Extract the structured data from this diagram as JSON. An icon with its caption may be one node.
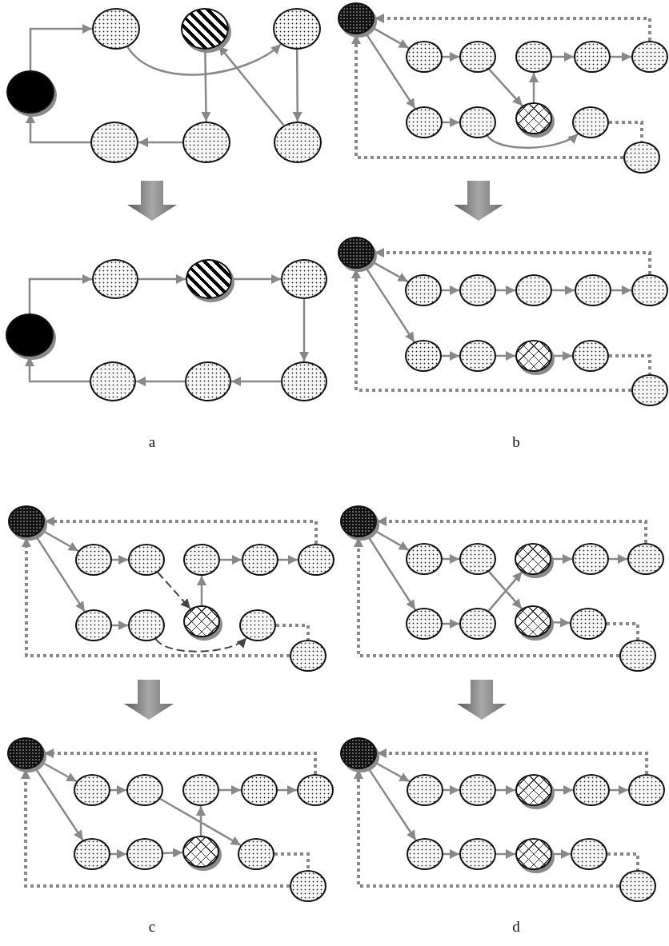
{
  "diagram": {
    "nodes": [
      {
        "text": [],
        "shape": "circle"
      },
      {
        "text": [],
        "shape": "circle"
      },
      {
        "text": [],
        "shape": "circle"
      },
      {
        "text": [],
        "shape": "circle"
      },
      {
        "text": [],
        "shape": "circle"
      },
      {
        "text": [],
        "shape": "circle"
      },
      {
        "text": [],
        "shape": "circle"
      },
      {
        "text": [],
        "shape": "circle"
      },
      {
        "text": [],
        "shape": "circle"
      },
      {
        "text": [],
        "shape": "circle"
      },
      {
        "text": [],
        "shape": "circle"
      },
      {
        "text": [],
        "shape": "circle"
      },
      {
        "text": [],
        "shape": "circle"
      },
      {
        "text": [],
        "shape": "circle"
      },
      {
        "text": [],
        "shape": "circle"
      },
      {
        "text": [],
        "shape": "circle"
      },
      {
        "text": [],
        "shape": "circle"
      },
      {
        "text": [],
        "shape": "circle"
      },
      {
        "text": [],
        "shape": "circle"
      },
      {
        "text": [],
        "shape": "circle"
      },
      {
        "text": [],
        "shape": "circle"
      },
      {
        "text": [],
        "shape": "circle"
      },
      {
        "text": [],
        "shape": "circle"
      },
      {
        "text": [],
        "shape": "circle"
      },
      {
        "text": [],
        "shape": "circle"
      },
      {
        "text": [],
        "shape": "circle"
      },
      {
        "text": [],
        "shape": "circle"
      },
      {
        "text": [],
        "shape": "circle"
      },
      {
        "text": [],
        "shape": "circle"
      },
      {
        "text": [],
        "shape": "circle"
      },
      {
        "text": [],
        "shape": "circle"
      },
      {
        "text": [],
        "shape": "circle"
      },
      {
        "text": [],
        "shape": "circle"
      },
      {
        "text": [],
        "shape": "circle"
      },
      {
        "text": [],
        "shape": "circle"
      },
      {
        "text": [],
        "shape": "circle"
      },
      {
        "text": [],
        "shape": "circle"
      },
      {
        "text": [],
        "shape": "circle"
      },
      {
        "text": [],
        "shape": "circle"
      },
      {
        "text": [],
        "shape": "circle"
      },
      {
        "text": [],
        "shape": "circle"
      },
      {
        "text": [],
        "shape": "circle"
      },
      {
        "text": [],
        "shape": "circle"
      },
      {
        "text": [],
        "shape": "circle"
      },
      {
        "text": [],
        "shape": "circle"
      },
      {
        "text": [],
        "shape": "circle"
      },
      {
        "text": [],
        "shape": "circle"
      },
      {
        "text": [],
        "shape": "circle"
      },
      {
        "text": [],
        "shape": "circle"
      },
      {
        "text": [],
        "shape": "circle"
      },
      {
        "text": [],
        "shape": "circle"
      },
      {
        "text": [],
        "shape": "circle"
      },
      {
        "text": [],
        "shape": "circle"
      },
      {
        "text": [],
        "shape": "circle"
      },
      {
        "text": [],
        "shape": "circle"
      },
      {
        "text": [],
        "shape": "circle"
      },
      {
        "text": [],
        "shape": "circle"
      },
      {
        "text": [],
        "shape": "circle"
      },
      {
        "text": [],
        "shape": "circle"
      },
      {
        "text": [],
        "shape": "circle"
      },
      {
        "text": [],
        "shape": "circle"
      },
      {
        "text": [],
        "shape": "circle"
      },
      {
        "text": [],
        "shape": "circle"
      },
      {
        "text": [],
        "shape": "circle"
      },
      {
        "text": [],
        "shape": "circle"
      },
      {
        "text": [],
        "shape": "circle"
      },
      {
        "text": [],
        "shape": "circle"
      },
      {
        "text": [],
        "shape": "circle"
      },
      {
        "text": [],
        "shape": "circle"
      },
      {
        "text": [],
        "shape": "circle"
      },
      {
        "text": [],
        "shape": "circle"
      },
      {
        "text": [],
        "shape": "circle"
      },
      {
        "text": [],
        "shape": "circle"
      },
      {
        "text": [],
        "shape": "circle"
      },
      {
        "text": [],
        "shape": "circle"
      },
      {
        "text": [],
        "shape": "circle"
      },
      {
        "text": [],
        "shape": "circle"
      },
      {
        "text": [],
        "shape": "circle"
      },
      {
        "text": [],
        "shape": "circle"
      },
      {
        "text": [],
        "shape": "circle"
      }
    ],
    "edges": [
      {
        "from": 0,
        "to": 1,
        "arrow": "to"
      },
      {
        "from": 1,
        "to": 3,
        "arrow": "to"
      },
      {
        "from": 2,
        "to": 5,
        "arrow": "to"
      },
      {
        "from": 6,
        "to": 2,
        "arrow": "to"
      },
      {
        "from": 3,
        "to": 6,
        "arrow": "to"
      },
      {
        "from": 5,
        "to": 4,
        "arrow": "to"
      },
      {
        "from": 4,
        "to": 0,
        "arrow": "to"
      },
      {
        "from": 7,
        "to": 8,
        "arrow": "to"
      },
      {
        "from": 8,
        "to": 9,
        "arrow": "to"
      },
      {
        "from": 9,
        "to": 10,
        "arrow": "to"
      },
      {
        "from": 10,
        "to": 13,
        "arrow": "to"
      },
      {
        "from": 13,
        "to": 12,
        "arrow": "to"
      },
      {
        "from": 12,
        "to": 11,
        "arrow": "to"
      },
      {
        "from": 11,
        "to": 7,
        "arrow": "to"
      },
      {
        "from": 14,
        "to": 15,
        "arrow": "to"
      },
      {
        "from": 14,
        "to": 20,
        "arrow": "to"
      },
      {
        "from": 15,
        "to": 16,
        "arrow": "to"
      },
      {
        "from": 16,
        "to": 22,
        "arrow": "to"
      },
      {
        "from": 22,
        "to": 17,
        "arrow": "to"
      },
      {
        "from": 17,
        "to": 18,
        "arrow": "to"
      },
      {
        "from": 18,
        "to": 19,
        "arrow": "to"
      },
      {
        "from": 20,
        "to": 21,
        "arrow": "to"
      },
      {
        "from": 21,
        "to": 23,
        "arrow": "to"
      },
      {
        "from": 19,
        "to": 14,
        "arrow": "to",
        "style": "dashed"
      },
      {
        "from": 23,
        "to": 24,
        "arrow": "none",
        "style": "dashed"
      },
      {
        "from": 24,
        "to": 14,
        "arrow": "to",
        "style": "dashed"
      },
      {
        "from": 25,
        "to": 26,
        "arrow": "to"
      },
      {
        "from": 25,
        "to": 31,
        "arrow": "to"
      },
      {
        "from": 26,
        "to": 27,
        "arrow": "to"
      },
      {
        "from": 27,
        "to": 28,
        "arrow": "to"
      },
      {
        "from": 28,
        "to": 29,
        "arrow": "to"
      },
      {
        "from": 29,
        "to": 30,
        "arrow": "to"
      },
      {
        "from": 31,
        "to": 32,
        "arrow": "to"
      },
      {
        "from": 32,
        "to": 33,
        "arrow": "to"
      },
      {
        "from": 33,
        "to": 34,
        "arrow": "to"
      },
      {
        "from": 30,
        "to": 25,
        "arrow": "to",
        "style": "dashed"
      },
      {
        "from": 34,
        "to": 35,
        "arrow": "none",
        "style": "dashed"
      },
      {
        "from": 35,
        "to": 25,
        "arrow": "to",
        "style": "dashed"
      },
      {
        "from": 36,
        "to": 37,
        "arrow": "to"
      },
      {
        "from": 36,
        "to": 42,
        "arrow": "to"
      },
      {
        "from": 37,
        "to": 38,
        "arrow": "to"
      },
      {
        "from": 38,
        "to": 44,
        "arrow": "to",
        "style": "dashed",
        "color": "#444444"
      },
      {
        "from": 44,
        "to": 39,
        "arrow": "to"
      },
      {
        "from": 39,
        "to": 40,
        "arrow": "to"
      },
      {
        "from": 40,
        "to": 41,
        "arrow": "to"
      },
      {
        "from": 42,
        "to": 43,
        "arrow": "to"
      },
      {
        "from": 43,
        "to": 45,
        "arrow": "to",
        "style": "dashed",
        "color": "#444444"
      },
      {
        "from": 41,
        "to": 36,
        "arrow": "to",
        "style": "dashed"
      },
      {
        "from": 45,
        "to": 46,
        "arrow": "none",
        "style": "dashed"
      },
      {
        "from": 46,
        "to": 36,
        "arrow": "to",
        "style": "dashed"
      },
      {
        "from": 47,
        "to": 48,
        "arrow": "to"
      },
      {
        "from": 47,
        "to": 53,
        "arrow": "to"
      },
      {
        "from": 48,
        "to": 49,
        "arrow": "to"
      },
      {
        "from": 49,
        "to": 56,
        "arrow": "to"
      },
      {
        "from": 55,
        "to": 50,
        "arrow": "to"
      },
      {
        "from": 50,
        "to": 51,
        "arrow": "to"
      },
      {
        "from": 51,
        "to": 52,
        "arrow": "to"
      },
      {
        "from": 53,
        "to": 54,
        "arrow": "to"
      },
      {
        "from": 54,
        "to": 55,
        "arrow": "to"
      },
      {
        "from": 52,
        "to": 47,
        "arrow": "to",
        "style": "dashed"
      },
      {
        "from": 56,
        "to": 57,
        "arrow": "none",
        "style": "dashed"
      },
      {
        "from": 57,
        "to": 47,
        "arrow": "to",
        "style": "dashed"
      },
      {
        "from": 58,
        "to": 59,
        "arrow": "to"
      },
      {
        "from": 58,
        "to": 64,
        "arrow": "to"
      },
      {
        "from": 59,
        "to": 60,
        "arrow": "to"
      },
      {
        "from": 60,
        "to": 66,
        "arrow": "to"
      },
      {
        "from": 65,
        "to": 61,
        "arrow": "to"
      },
      {
        "from": 61,
        "to": 62,
        "arrow": "to"
      },
      {
        "from": 62,
        "to": 63,
        "arrow": "to"
      },
      {
        "from": 64,
        "to": 65,
        "arrow": "to"
      },
      {
        "from": 66,
        "to": 67,
        "arrow": "to"
      },
      {
        "from": 63,
        "to": 58,
        "arrow": "to",
        "style": "dashed"
      },
      {
        "from": 67,
        "to": 68,
        "arrow": "none",
        "style": "dashed"
      },
      {
        "from": 68,
        "to": 58,
        "arrow": "to",
        "style": "dashed"
      },
      {
        "from": 69,
        "to": 70,
        "arrow": "to"
      },
      {
        "from": 69,
        "to": 75,
        "arrow": "to"
      },
      {
        "from": 70,
        "to": 71,
        "arrow": "to"
      },
      {
        "from": 71,
        "to": 72,
        "arrow": "to"
      },
      {
        "from": 72,
        "to": 73,
        "arrow": "to"
      },
      {
        "from": 73,
        "to": 74,
        "arrow": "to"
      },
      {
        "from": 75,
        "to": 76,
        "arrow": "to"
      },
      {
        "from": 76,
        "to": 77,
        "arrow": "to"
      },
      {
        "from": 77,
        "to": 78,
        "arrow": "to"
      },
      {
        "from": 74,
        "to": 69,
        "arrow": "to",
        "style": "dashed"
      },
      {
        "from": 78,
        "to": 79,
        "arrow": "none",
        "style": "dashed"
      },
      {
        "from": 79,
        "to": 69,
        "arrow": "to",
        "style": "dashed"
      }
    ],
    "labels": [
      "a",
      "b",
      "c",
      "d"
    ]
  }
}
